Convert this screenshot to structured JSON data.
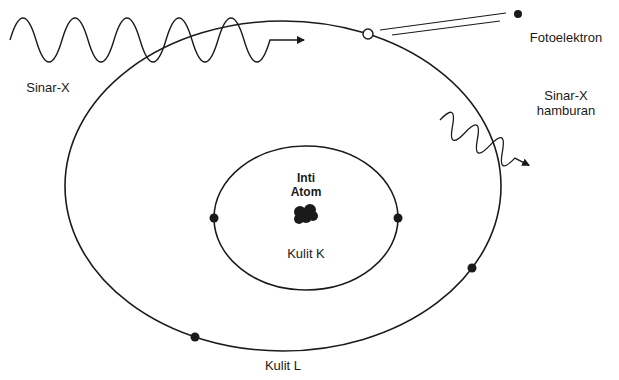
{
  "diagram": {
    "labels": [
      "Sinar-X",
      "Fotoelektron",
      "Sinar-X hamburan",
      "Inti Atom",
      "Kulit K",
      "Kulit L"
    ]
  }
}
